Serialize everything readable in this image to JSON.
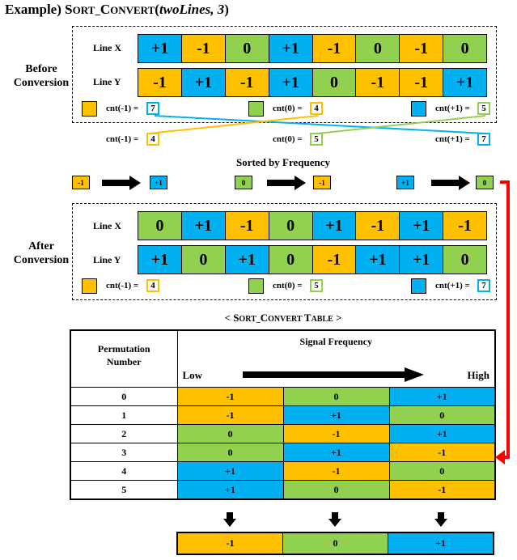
{
  "title": {
    "prefix": "Example) ",
    "func_first": "S",
    "func_rest": "ORT_",
    "func2_first": "C",
    "func2_rest": "ONVERT",
    "open": "(",
    "args": "twoLines, 3",
    "close": ")"
  },
  "before": {
    "label_line1": "Before",
    "label_line2": "Conversion",
    "line_x_label": "Line X",
    "line_y_label": "Line Y",
    "line_x": [
      "+1",
      "-1",
      "0",
      "+1",
      "-1",
      "0",
      "-1",
      "0"
    ],
    "line_y": [
      "-1",
      "+1",
      "-1",
      "+1",
      "0",
      "-1",
      "-1",
      "+1"
    ],
    "cnt_neg_label": "cnt(-1) =",
    "cnt_neg": "7",
    "cnt_zero_label": "cnt(0) =",
    "cnt_zero": "4",
    "cnt_pos_label": "cnt(+1) =",
    "cnt_pos": "5"
  },
  "sorted": {
    "cnt_neg_label": "cnt(-1) =",
    "cnt_neg": "4",
    "cnt_zero_label": "cnt(0) =",
    "cnt_zero": "5",
    "cnt_pos_label": "cnt(+1) =",
    "cnt_pos": "7",
    "heading": "Sorted by Frequency",
    "mappings": [
      {
        "from": "-1",
        "to": "+1"
      },
      {
        "from": "0",
        "to": "-1"
      },
      {
        "from": "+1",
        "to": "0"
      }
    ]
  },
  "after": {
    "label_line1": "After",
    "label_line2": "Conversion",
    "line_x_label": "Line X",
    "line_y_label": "Line Y",
    "line_x": [
      "0",
      "+1",
      "-1",
      "0",
      "+1",
      "-1",
      "+1",
      "-1"
    ],
    "line_y": [
      "+1",
      "0",
      "+1",
      "0",
      "-1",
      "+1",
      "+1",
      "0"
    ],
    "cnt_neg_label": "cnt(-1) =",
    "cnt_neg": "4",
    "cnt_zero_label": "cnt(0) =",
    "cnt_zero": "5",
    "cnt_pos_label": "cnt(+1) =",
    "cnt_pos": "7"
  },
  "table": {
    "caption_open": "< ",
    "caption_s": "S",
    "caption_ort": "ORT_",
    "caption_c": "C",
    "caption_onvert": "ONVERT ",
    "caption_t": "T",
    "caption_able": "ABLE",
    "caption_close": " >",
    "perm_header_line1": "Permutation",
    "perm_header_line2": "Number",
    "signal_header": "Signal Frequency",
    "low": "Low",
    "high": "High",
    "rows": [
      {
        "num": "0",
        "cells": [
          "-1",
          "0",
          "+1"
        ]
      },
      {
        "num": "1",
        "cells": [
          "-1",
          "+1",
          "0"
        ]
      },
      {
        "num": "2",
        "cells": [
          "0",
          "-1",
          "+1"
        ]
      },
      {
        "num": "3",
        "cells": [
          "0",
          "+1",
          "-1"
        ]
      },
      {
        "num": "4",
        "cells": [
          "+1",
          "-1",
          "0"
        ]
      },
      {
        "num": "5",
        "cells": [
          "+1",
          "0",
          "-1"
        ]
      }
    ],
    "result": [
      "-1",
      "0",
      "+1"
    ]
  },
  "colors": {
    "neg_one": "#ffc000",
    "zero": "#92d050",
    "pos_one": "#00b0f0",
    "red_arrow": "#ff0000",
    "cross_yellow": "#ffc000",
    "cross_green": "#92d050",
    "cross_blue": "#00b0f0"
  }
}
